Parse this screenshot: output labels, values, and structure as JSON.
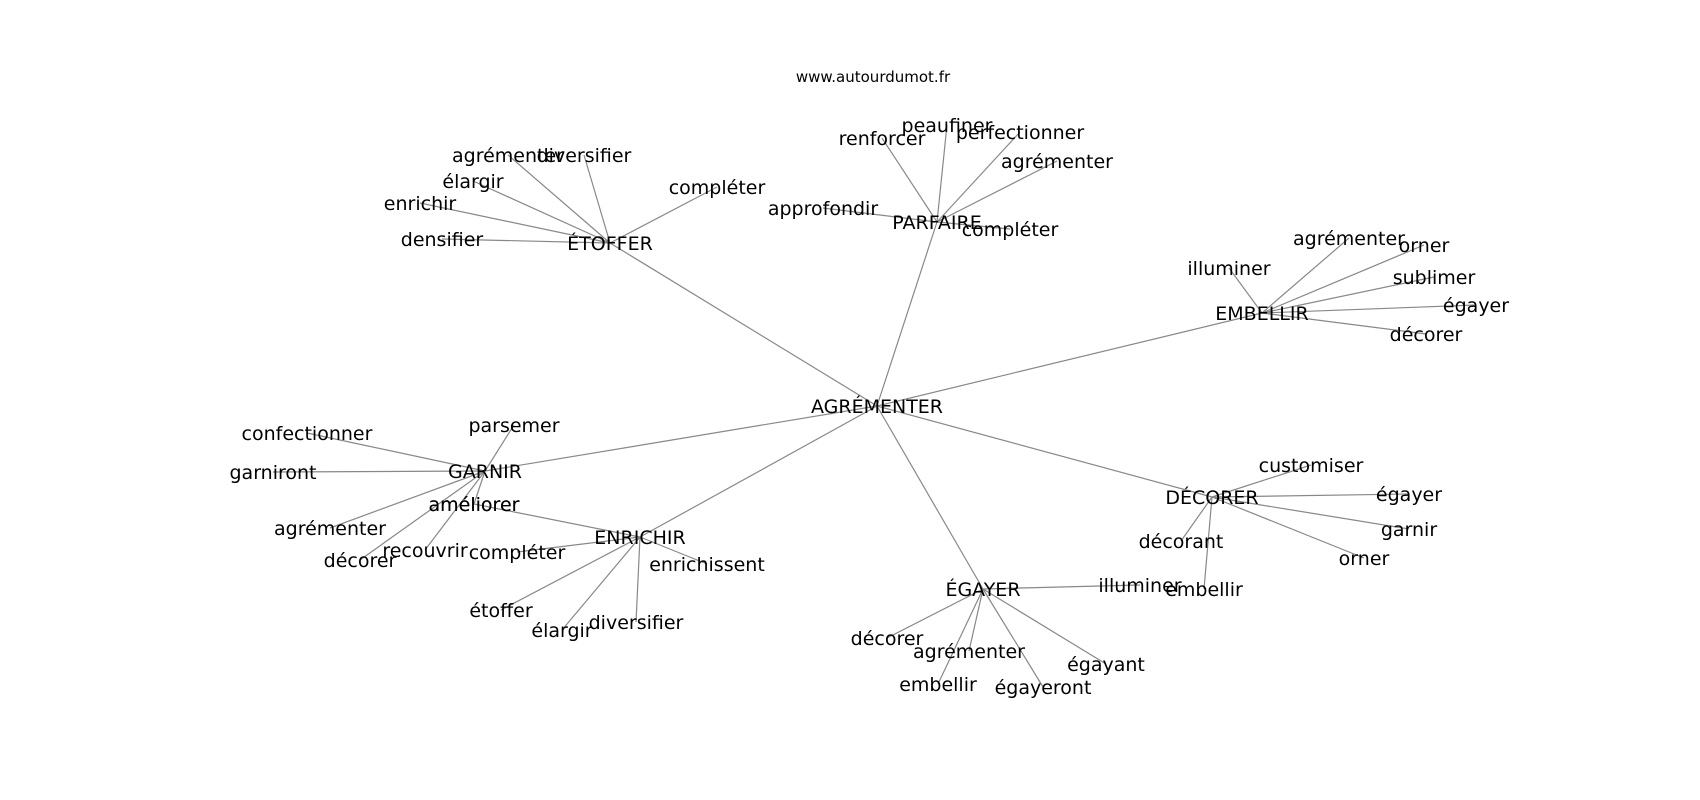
{
  "source": "www.autourdumot.fr",
  "center": "AGRÉMENTER",
  "hubs": [
    {
      "id": "etoffer",
      "label": "ÉTOFFER",
      "leaves": [
        "agrémenter",
        "diversifier",
        "élargir",
        "enrichir",
        "densifier",
        "compléter"
      ]
    },
    {
      "id": "parfaire",
      "label": "PARFAIRE",
      "leaves": [
        "renforcer",
        "peaufiner",
        "perfectionner",
        "agrémenter",
        "approfondir",
        "compléter"
      ]
    },
    {
      "id": "embellir",
      "label": "EMBELLIR",
      "leaves": [
        "illuminer",
        "agrémenter",
        "orner",
        "sublimer",
        "égayer",
        "décorer"
      ]
    },
    {
      "id": "garnir",
      "label": "GARNIR",
      "leaves": [
        "confectionner",
        "parsemer",
        "garniront",
        "améliorer",
        "agrémenter",
        "décorer",
        "recouvrir"
      ]
    },
    {
      "id": "enrichir",
      "label": "ENRICHIR",
      "leaves": [
        "améliorer",
        "compléter",
        "enrichissent",
        "étoffer",
        "élargir",
        "diversifier"
      ]
    },
    {
      "id": "decorer",
      "label": "DÉCORER",
      "leaves": [
        "customiser",
        "égayer",
        "garnir",
        "orner",
        "décorant",
        "embellir"
      ]
    },
    {
      "id": "egayer",
      "label": "ÉGAYER",
      "leaves": [
        "illuminer",
        "décorer",
        "agrémenter",
        "embellir",
        "égayeront",
        "égayant"
      ]
    }
  ]
}
